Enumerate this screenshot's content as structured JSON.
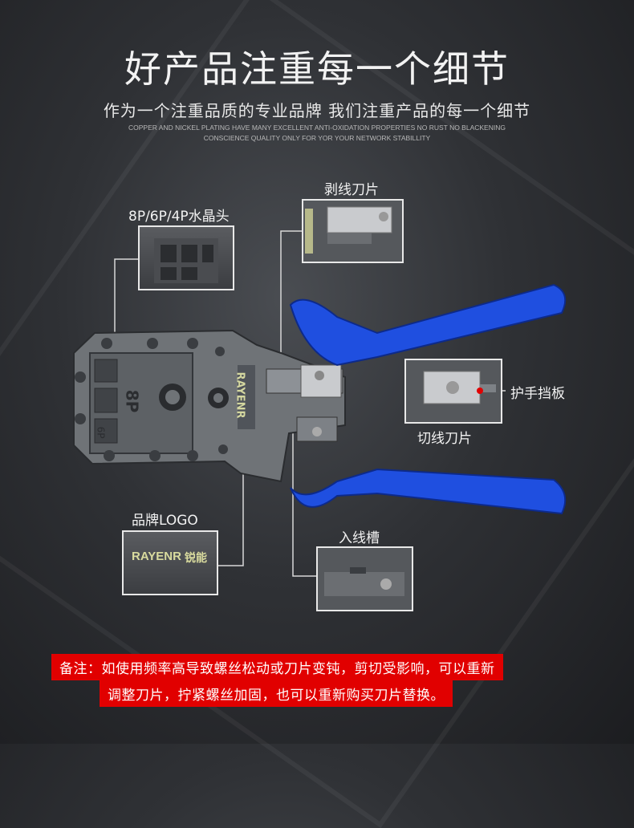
{
  "header": {
    "title": "好产品注重每一个细节",
    "subtitle": "作为一个注重品质的专业品牌 我们注重产品的每一个细节",
    "english_line1": "COPPER AND NICKEL PLATING HAVE MANY EXCELLENT ANTI-OXIDATION PROPERTIES NO RUST NO BLACKENING",
    "english_line2": "CONSCIENCE QUALITY ONLY FOR YOR YOUR NETWORK STABILLITY"
  },
  "callouts": {
    "crystal_head": "8P/6P/4P水晶头",
    "stripping_blade": "剥线刀片",
    "hand_guard": "护手挡板",
    "cutting_blade": "切线刀片",
    "brand_logo": "品牌LOGO",
    "wire_slot": "入线槽"
  },
  "tool_marks": {
    "size_8p": "8P",
    "size_6p": "6P",
    "brand_text": "RAYENR",
    "brand_cn": "锐能"
  },
  "notes": {
    "line1": "备注：如使用频率高导致螺丝松动或刀片变钝，剪切受影响，可以重新",
    "line2": "调整刀片，拧紧螺丝加固，也可以重新购买刀片替换。"
  },
  "colors": {
    "handle_blue": "#1f4fe0",
    "note_red": "#e10000",
    "background": "#2f3135"
  }
}
